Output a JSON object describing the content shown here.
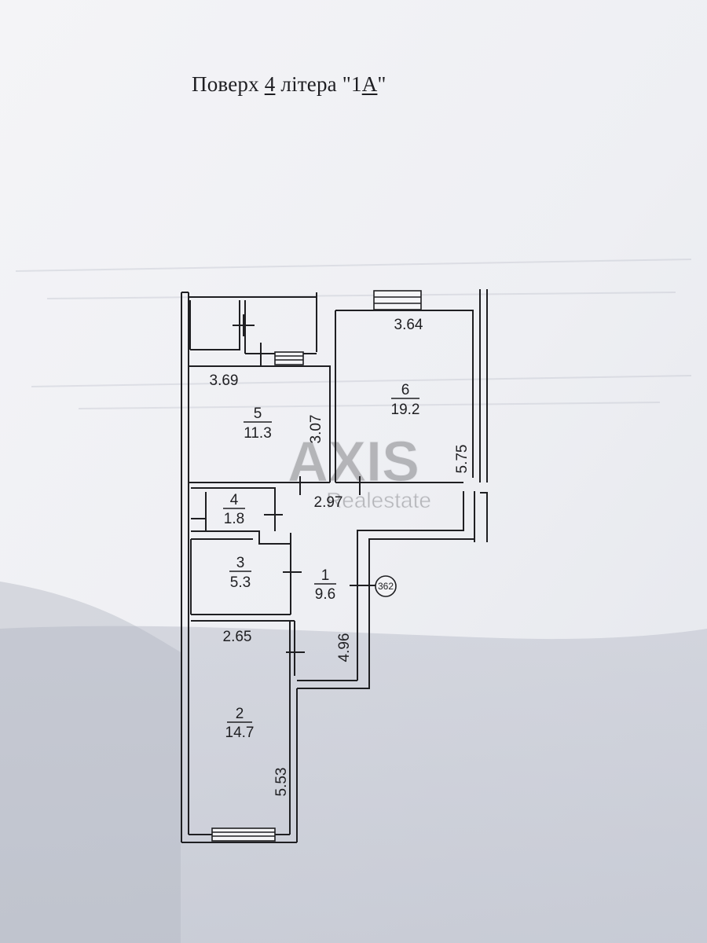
{
  "title": {
    "prefix": "Поверх",
    "floor": "4",
    "middle": "літера \"1",
    "letter": "А",
    "suffix": "\""
  },
  "watermark": {
    "brand": "AXIS",
    "sub": "Realestate"
  },
  "rooms": [
    {
      "number": "1",
      "area": "9.6"
    },
    {
      "number": "2",
      "area": "14.7"
    },
    {
      "number": "3",
      "area": "5.3"
    },
    {
      "number": "4",
      "area": "1.8"
    },
    {
      "number": "5",
      "area": "11.3"
    },
    {
      "number": "6",
      "area": "19.2"
    }
  ],
  "dimensions": {
    "room6_width": "3.64",
    "room6_length": "5.75",
    "room5_width": "3.69",
    "room5_depth": "3.07",
    "hall_width": "2.97",
    "room2_width": "2.65",
    "hall_length": "4.96",
    "room2_length": "5.53"
  },
  "marker": "362",
  "colors": {
    "ink": "#1f1f22",
    "paper": "#f2f3f6",
    "shadow": "#cdd0d9"
  }
}
